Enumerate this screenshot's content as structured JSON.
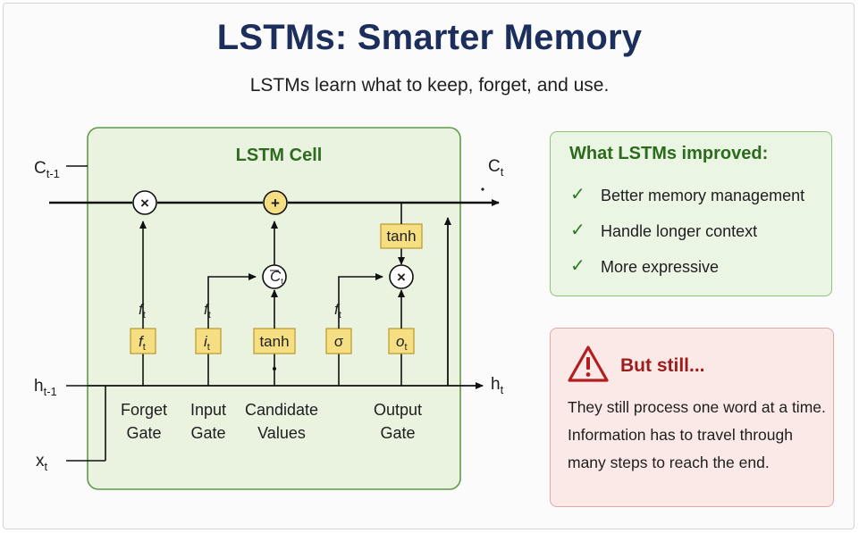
{
  "title": "LSTMs: Smarter Memory",
  "subtitle": "LSTMs learn what to keep, forget, and use.",
  "cell": {
    "title": "LSTM Cell",
    "inputs": {
      "c_prev": {
        "base": "C",
        "sub": "t-1"
      },
      "c_next": {
        "base": "C",
        "sub": "t"
      },
      "h_prev": {
        "base": "h",
        "sub": "t-1"
      },
      "h_next": {
        "base": "h",
        "sub": "t"
      },
      "x": {
        "base": "x",
        "sub": "t"
      }
    },
    "ops": {
      "forget_mul": "×",
      "add": "+",
      "output_mul": "×",
      "cand_base": "C",
      "cand_sub": "t"
    },
    "gate_boxes": {
      "forget": {
        "base": "f",
        "sub": "t"
      },
      "input": {
        "base": "i",
        "sub": "t"
      },
      "candidate": "tanh",
      "sigma": "σ",
      "output": {
        "base": "o",
        "sub": "t"
      },
      "tanh_top": "tanh"
    },
    "arrow_labels": {
      "forget": {
        "base": "f",
        "sub": "t"
      },
      "input": {
        "base": "f",
        "sub": "t"
      },
      "sigma": {
        "base": "f",
        "sub": "t"
      }
    },
    "captions": {
      "forget": [
        "Forget",
        "Gate"
      ],
      "input": [
        "Input",
        "Gate"
      ],
      "candidate": [
        "Candidate",
        "Values"
      ],
      "output": [
        "Output",
        "Gate"
      ]
    }
  },
  "improved": {
    "heading": "What LSTMs improved:",
    "items": [
      "Better memory management",
      "Handle longer context",
      "More expressive"
    ]
  },
  "still": {
    "heading": "But still...",
    "lines": [
      "They still process one word at a time.",
      "Information has to travel through",
      "many steps to reach the end."
    ]
  },
  "colors": {
    "title": "#1c2e5c",
    "cell_bg": "#e9f3df",
    "cell_border": "#5f9a4a",
    "gate_box": "#f6df82",
    "gate_box_border": "#b9982a",
    "improved_heading": "#2b6b1b",
    "check": "#2a7a22",
    "still_heading": "#9c1c1c",
    "warn": "#b11f1f"
  },
  "icons": {
    "check": "check-icon",
    "warning": "warning-triangle-icon"
  }
}
